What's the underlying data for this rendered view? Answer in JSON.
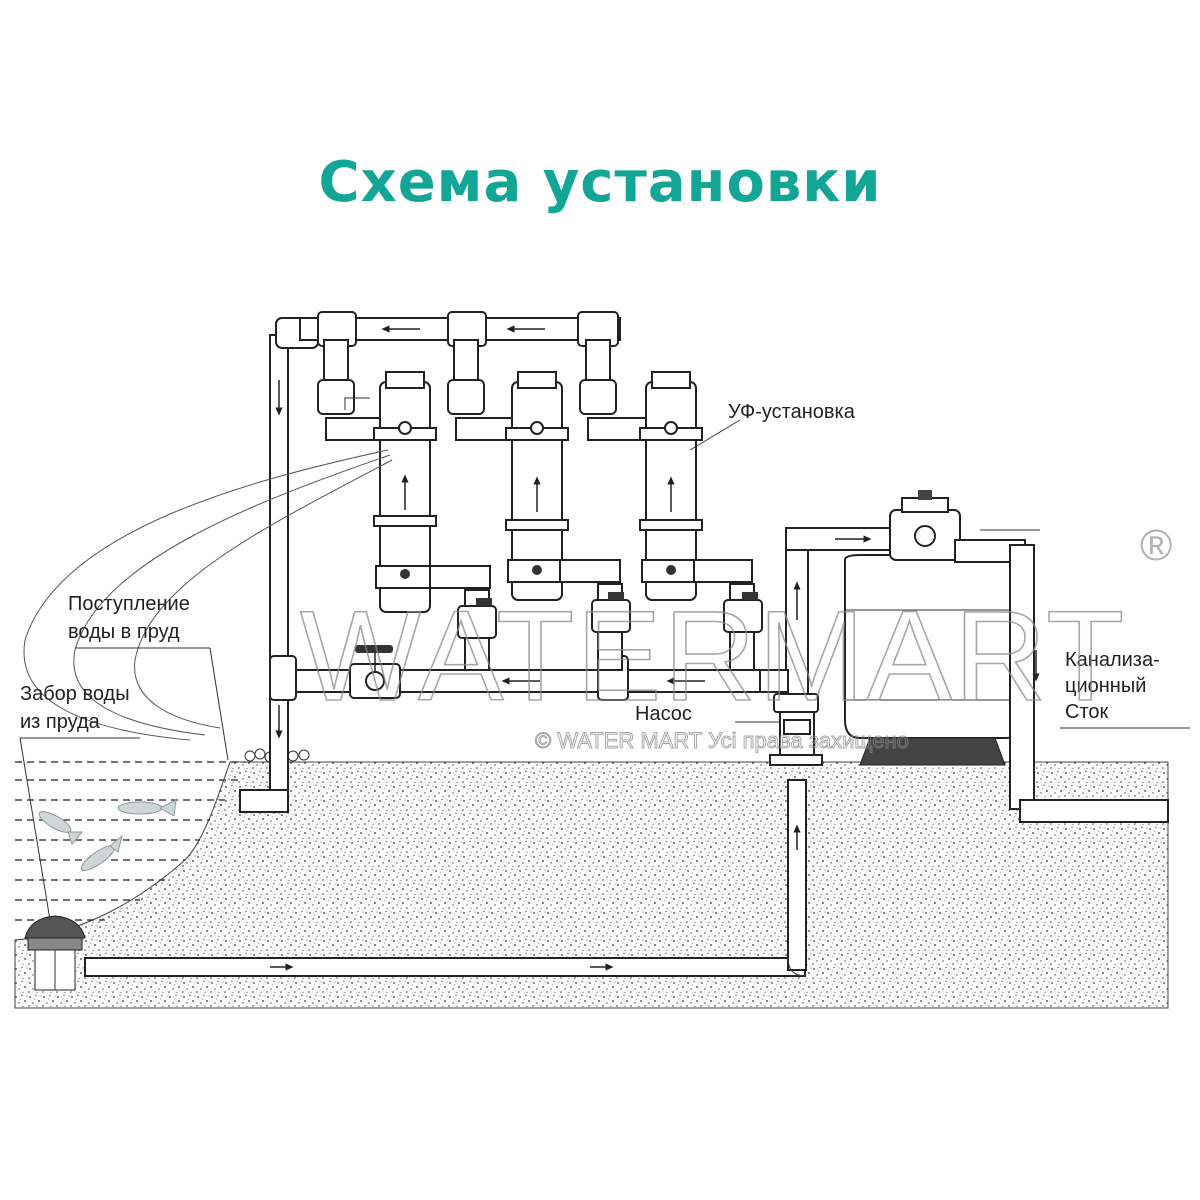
{
  "title": "Схема установки",
  "accent_color": "#13a596",
  "labels": {
    "uv_unit": "УФ-установка",
    "water_inflow_line1": "Поступление",
    "water_inflow_line2": "воды в пруд",
    "water_intake_line1": "Забор воды",
    "water_intake_line2": "из пруда",
    "pump": "Насос",
    "sewer_line1": "Канализа-",
    "sewer_line2": "ционный",
    "sewer_line3": "Сток"
  },
  "watermark": {
    "brand": "WATERMART",
    "registered": "®",
    "copyright": "© WATER MART  Усі права захищено"
  }
}
